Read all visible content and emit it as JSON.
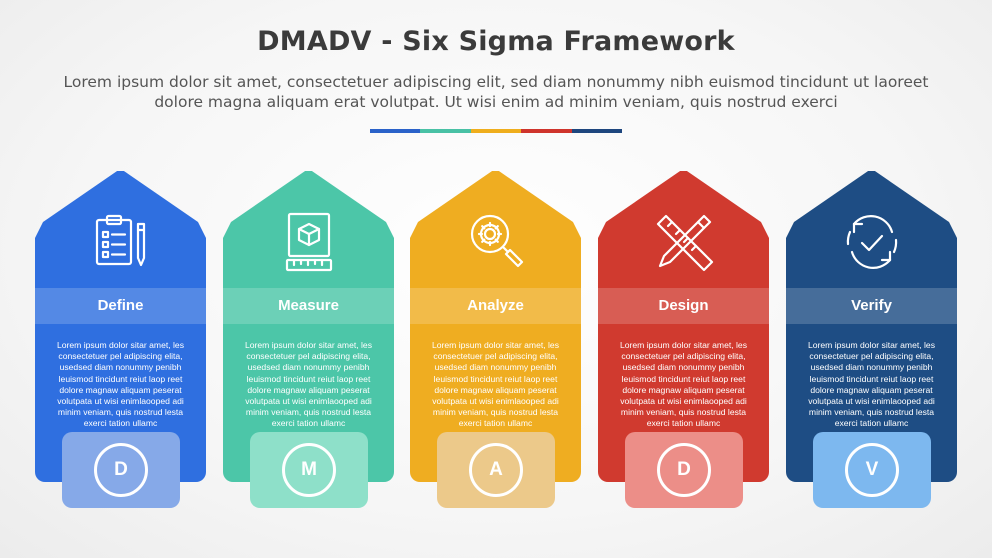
{
  "title": "DMADV - Six Sigma Framework",
  "subtitle": "Lorem ipsum dolor sit amet, consectetuer adipiscing elit, sed diam nonummy nibh euismod tincidunt ut laoreet dolore magna aliquam erat volutpat. Ut wisi enim ad minim veniam, quis nostrud exerci",
  "accent_colors": [
    "#2a62c9",
    "#49c1a5",
    "#efae1d",
    "#cf342c",
    "#1e467e"
  ],
  "cards": [
    {
      "label": "Define",
      "letter": "D",
      "icon": "clipboard-pencil-icon",
      "color": "#2f6fe0",
      "box_color": "#86a9e8",
      "body": "Lorem ipsum dolor sitar amet, les consectetuer pel adipiscing elita, usedsed diam nonummy penibh leuismod tincidunt reiut laop reet dolore magnaw aliquam peserat volutpata ut wisi enimlaooped adi minim veniam, quis nostrud lesta exerci tation ullamc"
    },
    {
      "label": "Measure",
      "letter": "M",
      "icon": "cube-ruler-icon",
      "color": "#4cc6a8",
      "box_color": "#8ee0c9",
      "body": "Lorem ipsum dolor sitar amet, les consectetuer pel adipiscing elita, usedsed diam nonummy penibh leuismod tincidunt reiut laop reet dolore magnaw aliquam peserat volutpata ut wisi enimlaooped adi minim veniam, quis nostrud lesta exerci tation ullamc"
    },
    {
      "label": "Analyze",
      "letter": "A",
      "icon": "gear-magnifier-icon",
      "color": "#efad21",
      "box_color": "#ecc98a",
      "body": "Lorem ipsum dolor sitar amet, les consectetuer pel adipiscing elita, usedsed diam nonummy penibh leuismod tincidunt reiut laop reet dolore magnaw aliquam peserat volutpata ut wisi enimlaooped adi minim veniam, quis nostrud lesta exerci tation ullamc"
    },
    {
      "label": "Design",
      "letter": "D",
      "icon": "pencil-ruler-icon",
      "color": "#d03a2f",
      "box_color": "#ec8e88",
      "body": "Lorem ipsum dolor sitar amet, les consectetuer pel adipiscing elita, usedsed diam nonummy penibh leuismod tincidunt reiut laop reet dolore magnaw aliquam peserat volutpata ut wisi enimlaooped adi minim veniam, quis nostrud lesta exerci tation ullamc"
    },
    {
      "label": "Verify",
      "letter": "V",
      "icon": "check-cycle-icon",
      "color": "#1e4d84",
      "box_color": "#7db8ef",
      "body": "Lorem ipsum dolor sitar amet, les consectetuer pel adipiscing elita, usedsed diam nonummy penibh leuismod tincidunt reiut laop reet dolore magnaw aliquam peserat volutpata ut wisi enimlaooped adi minim veniam, quis nostrud lesta exerci tation ullamc"
    }
  ]
}
